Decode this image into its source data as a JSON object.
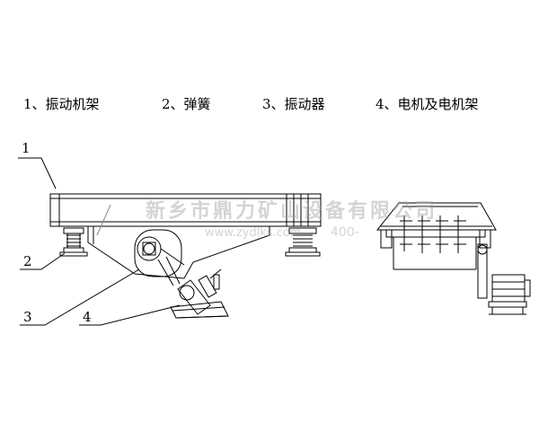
{
  "legend": {
    "item1": "1、振动机架",
    "item2": "2、弹簧",
    "item3": "3、振动器",
    "item4": "4、电机及电机架"
  },
  "callouts": {
    "c1": "1",
    "c2": "2",
    "c3": "3",
    "c4": "4"
  },
  "watermark": {
    "company": "新乡市鼎力矿山设备有限公司",
    "url": "www.zydlks.com",
    "phone": "400-"
  },
  "colors": {
    "line": "#000000",
    "watermark": "#a0a0a0"
  }
}
